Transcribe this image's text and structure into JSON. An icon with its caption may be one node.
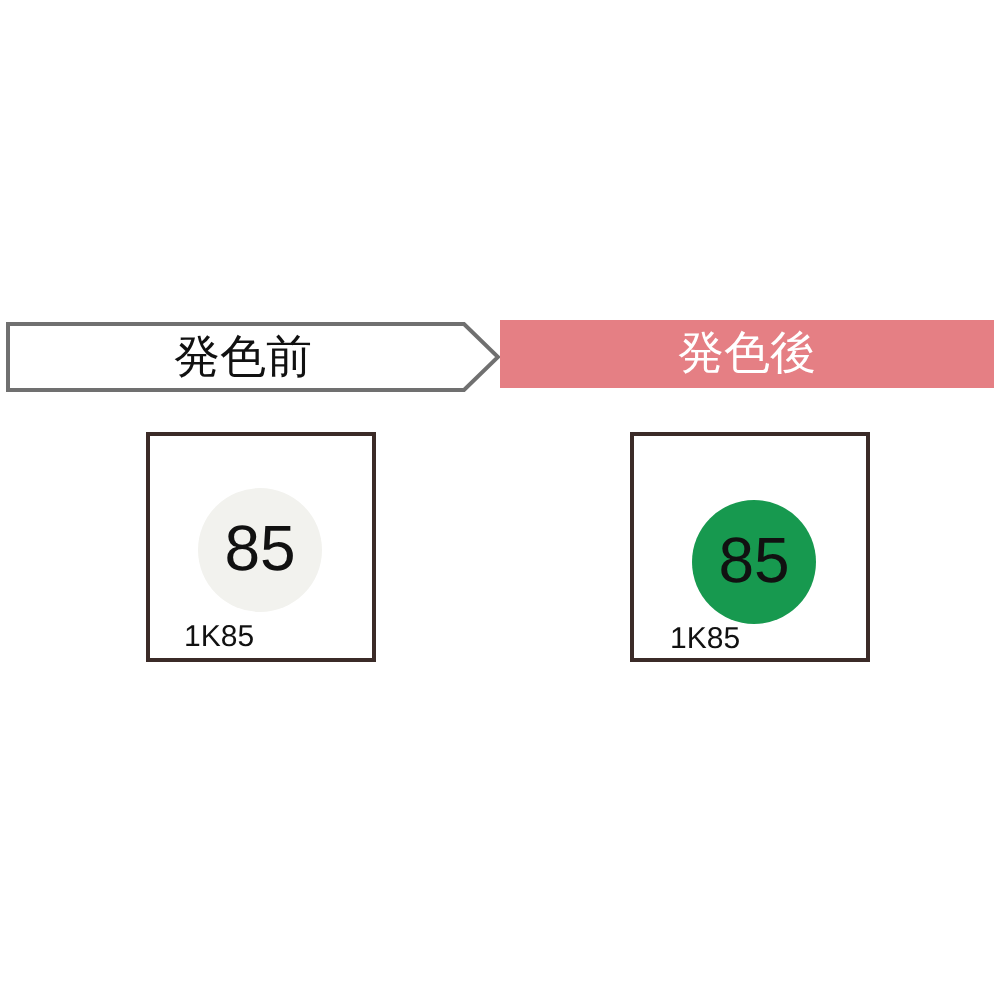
{
  "diagram": {
    "nodes": [
      {
        "text": [
          "発色前"
        ]
      },
      {
        "text": [
          "発色後"
        ]
      },
      {
        "text": [
          "1K85"
        ]
      },
      {
        "text": [
          "85"
        ],
        "in": 2
      },
      {
        "text": [
          "1K85"
        ]
      },
      {
        "text": [
          "85"
        ],
        "in": 4
      }
    ]
  }
}
